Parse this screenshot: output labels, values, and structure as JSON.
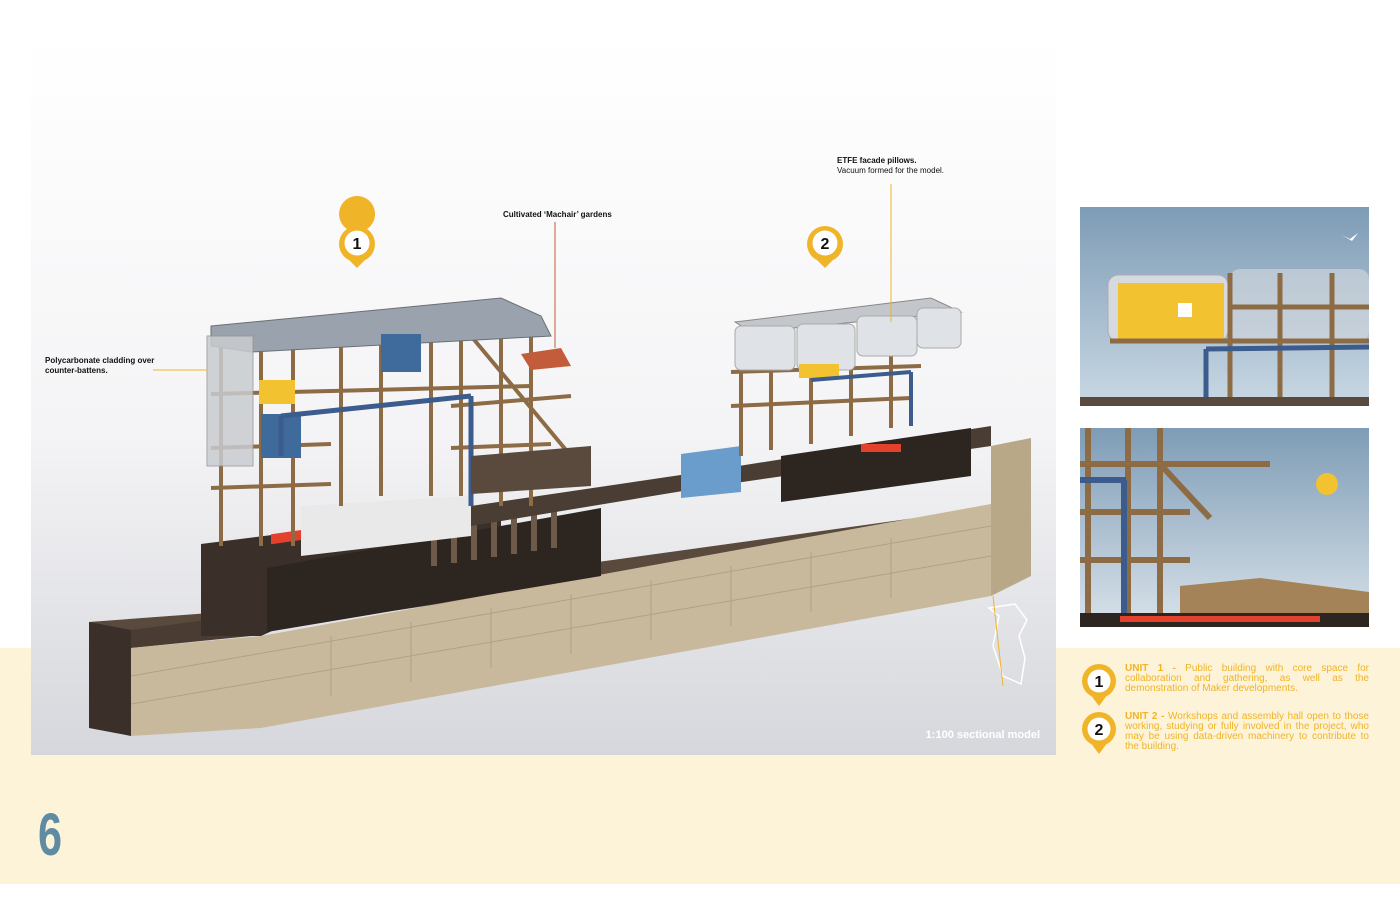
{
  "annotations": {
    "polycarbonate": "Polycarbonate cladding over counter-battens.",
    "machair": "Cultivated ‘Machair’ gardens",
    "etfe_title": "ETFE facade pillows.",
    "etfe_sub": "Vacuum formed for the model."
  },
  "markers": {
    "one": "1",
    "two": "2"
  },
  "caption": "1:100 sectional model",
  "units": [
    {
      "marker": "1",
      "title": "UNIT 1 -",
      "text": "Public building with core space for collaboration and gathering, as well as the demonstration of Maker developments."
    },
    {
      "marker": "2",
      "title": "UNIT 2 -",
      "text": "Workshops and assembly hall open to those working, studying or fully involved in the project, who may be using data-driven machinery to contribute to the building."
    }
  ],
  "page_number": "6",
  "colors": {
    "accent": "#f0b429",
    "band": "#fdf3d8",
    "page_number": "#5f8ba3",
    "steel": "#3b5c8c",
    "timber": "#a58358",
    "dark_timber": "#3a3029"
  }
}
